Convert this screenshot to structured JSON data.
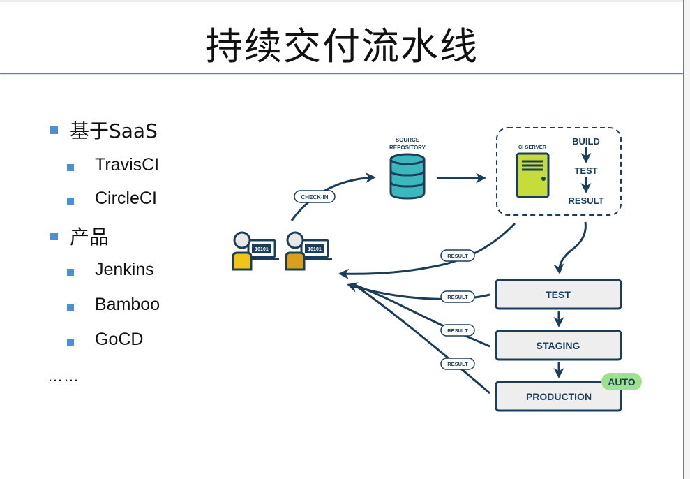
{
  "title": "持续交付流水线",
  "bullets": [
    {
      "level": 1,
      "label": "基于SaaS"
    },
    {
      "level": 2,
      "label": "TravisCI"
    },
    {
      "level": 2,
      "label": "CircleCI"
    },
    {
      "level": 1,
      "label": "产品"
    },
    {
      "level": 2,
      "label": "Jenkins"
    },
    {
      "level": 2,
      "label": "Bamboo"
    },
    {
      "level": 2,
      "label": "GoCD"
    }
  ],
  "ellipsis": "……",
  "diagram": {
    "source_repo_label_line1": "SOURCE",
    "source_repo_label_line2": "REPOSITORY",
    "check_in_label": "CHECK-IN",
    "ci_server_label": "CI SERVER",
    "ci_steps": [
      "BUILD",
      "TEST",
      "RESULT"
    ],
    "developer_code": "10101",
    "result_label": "RESULT",
    "stages": [
      "TEST",
      "STAGING",
      "PRODUCTION"
    ],
    "auto_badge": "AUTO",
    "colors": {
      "ink": "#1c3d5a",
      "repo": "#3bb8bd",
      "server": "#c5dc3a",
      "person_light": "#f2c417",
      "person_dark": "#d9a11b",
      "stage_fill": "#eeeeee",
      "auto_fill": "#9fe08f",
      "bullet": "#4a90d9",
      "rule": "#5b7fbf"
    }
  }
}
